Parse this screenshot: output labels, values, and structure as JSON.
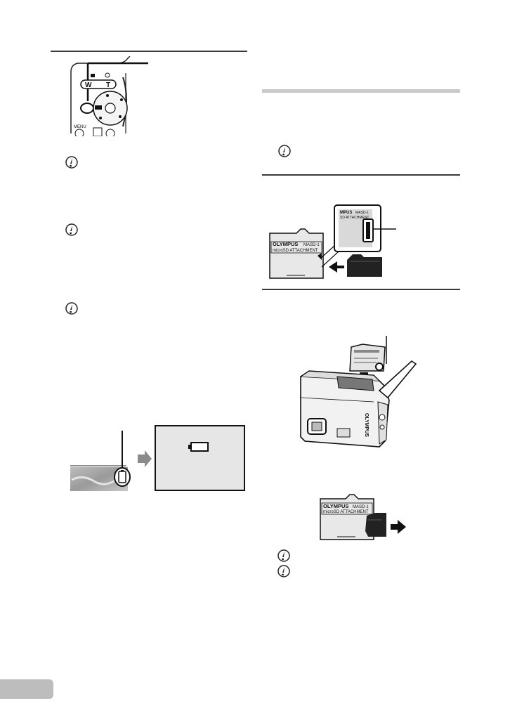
{
  "camera_top_fig": {
    "zoom_labels": {
      "wide": "W",
      "tele": "T"
    },
    "menu_label": "MENU"
  },
  "attachment_figs": {
    "brand": "OLYMPUS",
    "model": "MASD-1",
    "card_type": "microSD ATTACHMENT",
    "brand_cropped": "MPUS",
    "model_cropped": "MASD-1",
    "card_type_cropped": "SD ATTACHMENT"
  },
  "camera_side_fig": {
    "brand_vertical": "OLYMPUS"
  },
  "notes": {
    "left_count": 3,
    "right_count": 3
  },
  "colors": {
    "rule": "#3a3a3a",
    "rule_gray": "#c9c9c9",
    "page_tab": "#bdbdbd",
    "lcd_bg": "#e6e6e6",
    "arrow_gray": "#8a8a8a"
  }
}
